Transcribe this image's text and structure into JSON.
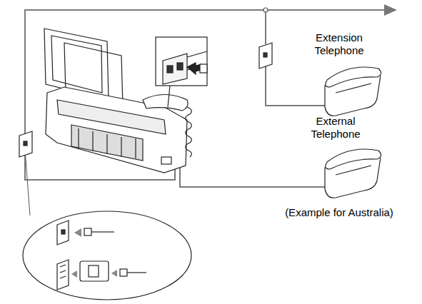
{
  "diagram": {
    "labels": [
      "Extension Telephone",
      "External Telephone",
      "(Example for Australia)"
    ]
  }
}
